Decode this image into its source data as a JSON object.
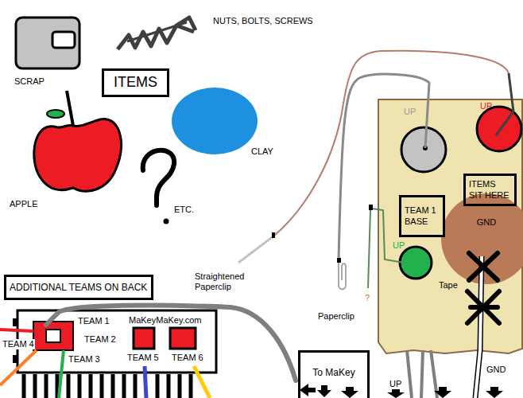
{
  "diagram": {
    "nodes": [
      {
        "text": [
          "ITEMS"
        ]
      },
      {
        "text": [
          "ITEMS SIT HERE"
        ]
      },
      {
        "text": [
          "GND"
        ]
      },
      {
        "text": [
          "TEAM 1 BASE"
        ]
      },
      {
        "text": [
          "ADDITIONAL TEAMS ON BACK"
        ]
      },
      {
        "text": [
          "To MaKey"
        ]
      }
    ],
    "labels": [
      "NUTS, BOLTS, SCREWS",
      "SCRAP",
      "APPLE",
      "CLAY",
      "ETC.",
      "UP",
      "UP",
      "UP",
      "Straightened Paperclip",
      "Paperclip",
      "?",
      "Tape",
      "UP",
      "GND",
      "TEAM 1",
      "TEAM 2",
      "TEAM 3",
      "TEAM 4",
      "MaKeyMaKey.com",
      "TEAM 5",
      "TEAM 6"
    ]
  }
}
